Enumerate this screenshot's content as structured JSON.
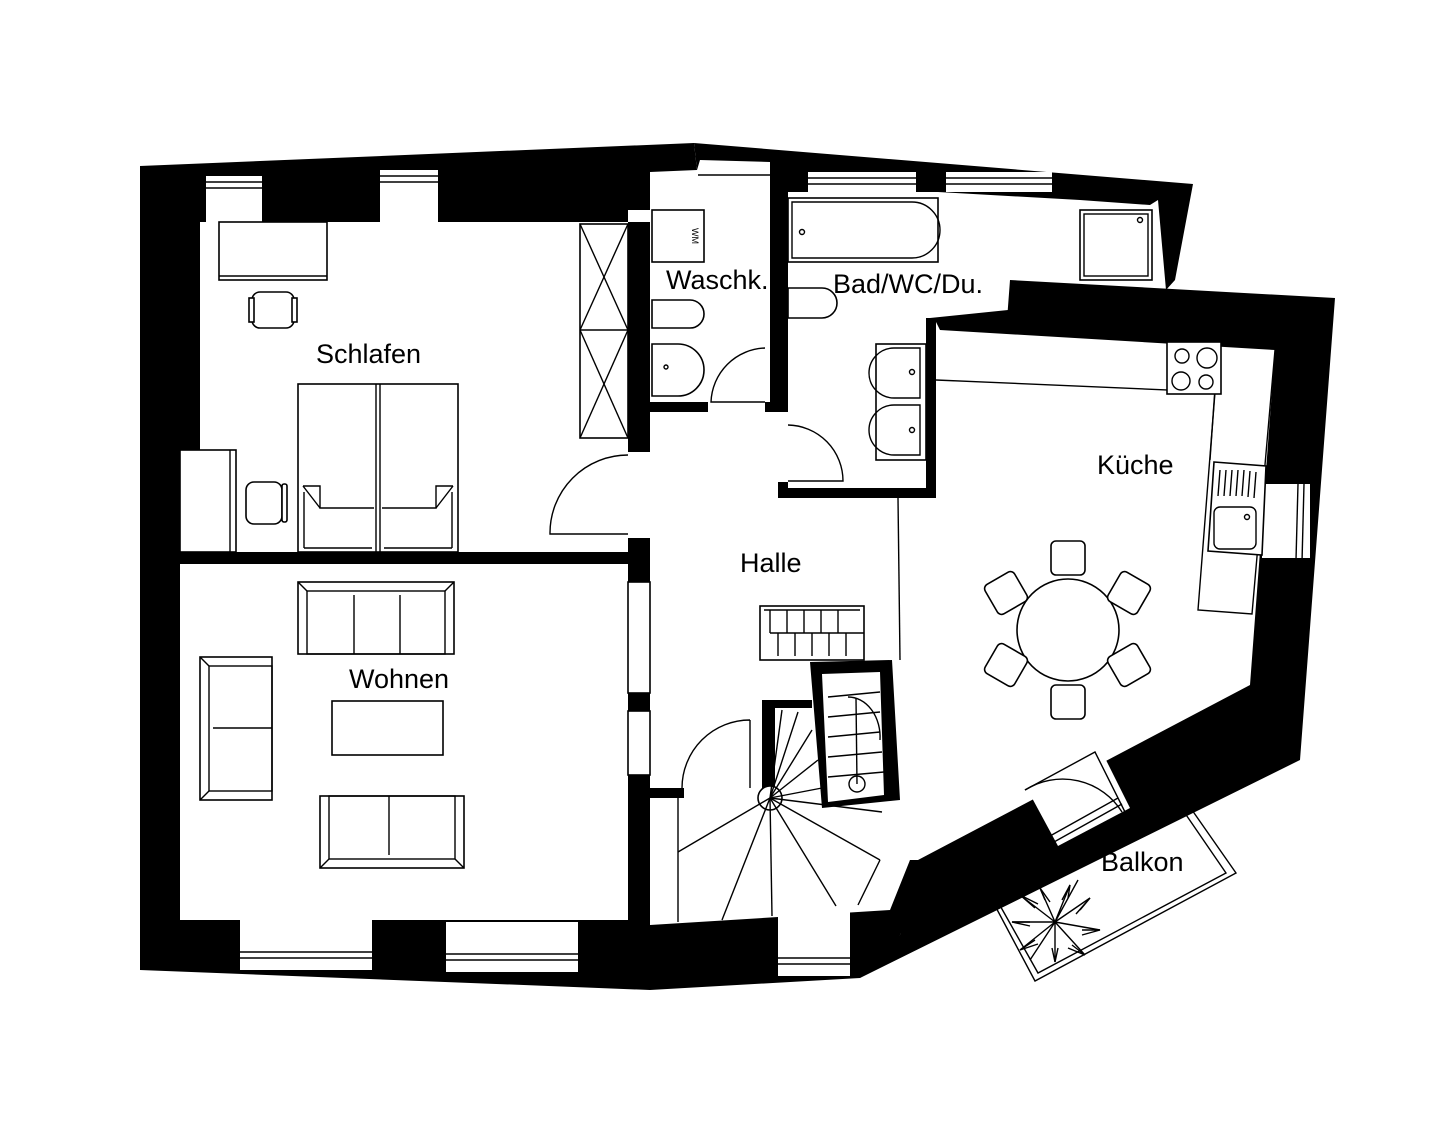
{
  "plan": {
    "type": "floor-plan",
    "colors": {
      "wall": "#000000",
      "floor": "#ffffff",
      "line": "#000000"
    },
    "rooms": {
      "schlafen": {
        "label": "Schlafen"
      },
      "waschk": {
        "label": "Waschk.",
        "appliance_label": "WM"
      },
      "bad": {
        "label": "Bad/WC/Du."
      },
      "kueche": {
        "label": "Küche"
      },
      "halle": {
        "label": "Halle"
      },
      "wohnen": {
        "label": "Wohnen"
      },
      "balkon": {
        "label": "Balkon"
      }
    }
  }
}
